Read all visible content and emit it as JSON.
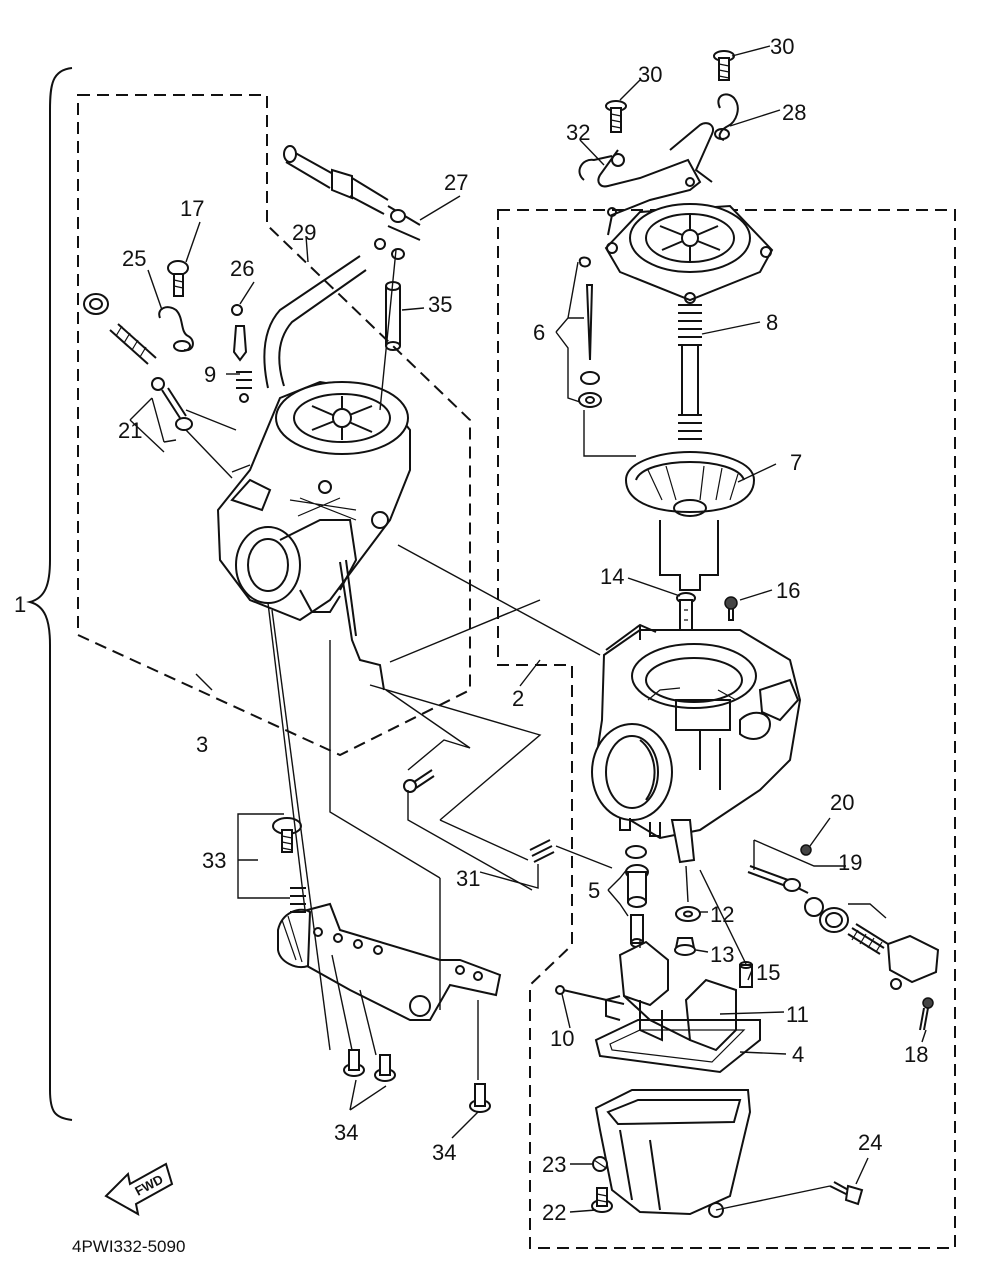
{
  "diagram": {
    "code": "4PWI332-5090",
    "fwd_label": "FWD",
    "callouts": {
      "c1": "1",
      "c2": "2",
      "c3": "3",
      "c4": "4",
      "c5": "5",
      "c6": "6",
      "c7": "7",
      "c8": "8",
      "c9": "9",
      "c10": "10",
      "c11": "11",
      "c12": "12",
      "c13": "13",
      "c14": "14",
      "c15": "15",
      "c16": "16",
      "c17": "17",
      "c18": "18",
      "c19": "19",
      "c20": "20",
      "c21": "21",
      "c22": "22",
      "c23": "23",
      "c24": "24",
      "c25": "25",
      "c26": "26",
      "c27": "27",
      "c28": "28",
      "c29": "29",
      "c30a": "30",
      "c30b": "30",
      "c31": "31",
      "c32": "32",
      "c33": "33",
      "c34a": "34",
      "c34b": "34",
      "c35": "35"
    }
  }
}
